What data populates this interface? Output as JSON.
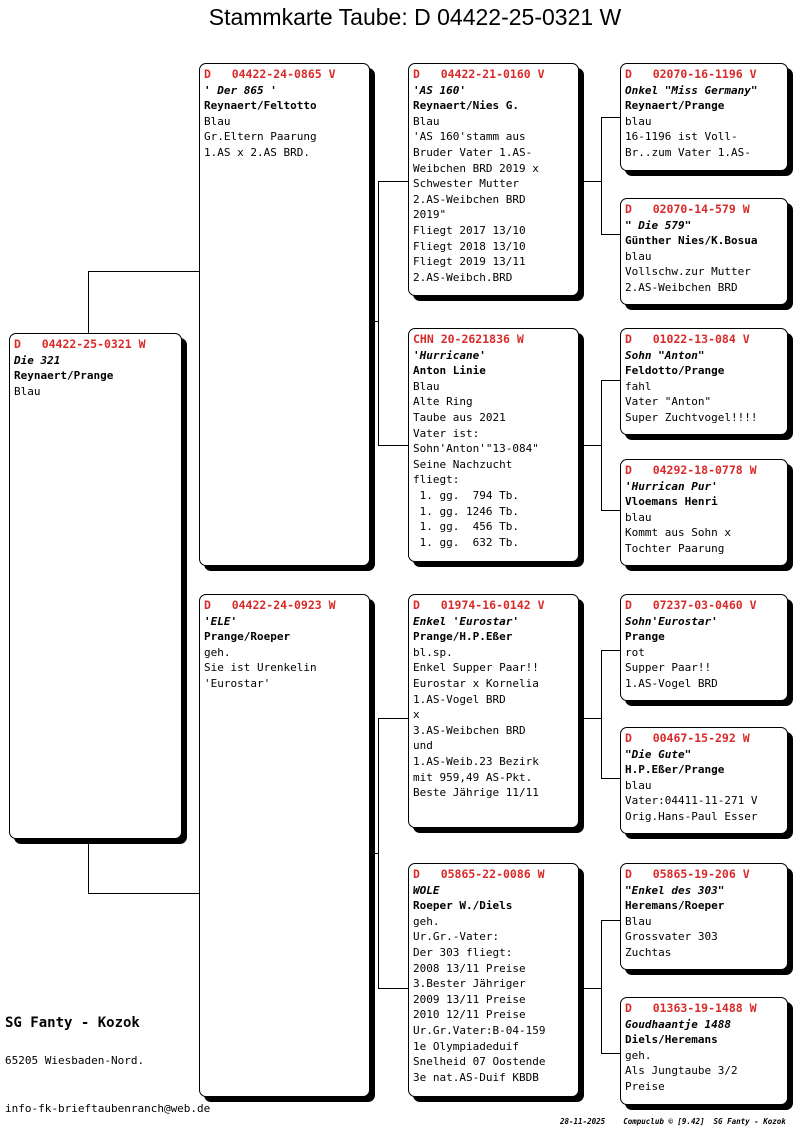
{
  "title": "Stammkarte Taube: D    04422-25-0321 W",
  "cards": {
    "subject": {
      "ring": "D   04422-25-0321 W",
      "name": "Die 321",
      "breeder": "Reynaert/Prange",
      "lines": [
        "Blau"
      ]
    },
    "father": {
      "ring": "D   04422-24-0865 V",
      "name": "' Der 865 '",
      "breeder": "Reynaert/Feltotto",
      "lines": [
        "Blau",
        "Gr.Eltern Paarung",
        "1.AS x 2.AS BRD."
      ]
    },
    "mother": {
      "ring": "D   04422-24-0923 W",
      "name": "'ELE'",
      "breeder": "Prange/Roeper",
      "lines": [
        "geh.",
        "Sie ist Urenkelin",
        "'Eurostar'"
      ]
    },
    "ff": {
      "ring": "D   04422-21-0160 V",
      "name": "'AS 160'",
      "breeder": "Reynaert/Nies G.",
      "lines": [
        "Blau",
        "'AS 160'stamm aus",
        "Bruder Vater 1.AS-",
        "Weibchen BRD 2019 x",
        "Schwester Mutter",
        "2.AS-Weibchen BRD",
        "2019\"",
        "Fliegt 2017 13/10",
        "Fliegt 2018 13/10",
        "Fliegt 2019 13/11",
        "2.AS-Weibch.BRD"
      ]
    },
    "fm": {
      "ring": "CHN 20-2621836 W",
      "name": "'Hurricane'",
      "breeder": "Anton Linie",
      "lines": [
        "Blau",
        "Alte Ring",
        "Taube aus 2021",
        "Vater ist:",
        "Sohn'Anton'\"13-084\"",
        "Seine Nachzucht",
        "fliegt:",
        " 1. gg.  794 Tb.",
        " 1. gg. 1246 Tb.",
        " 1. gg.  456 Tb.",
        " 1. gg.  632 Tb."
      ]
    },
    "mf": {
      "ring": "D   01974-16-0142 V",
      "name": "Enkel 'Eurostar'",
      "breeder": "Prange/H.P.Eßer",
      "lines": [
        "bl.sp.",
        "Enkel Supper Paar!!",
        "Eurostar x Kornelia",
        "1.AS-Vogel BRD",
        "x",
        "3.AS-Weibchen BRD",
        "und",
        "1.AS-Weib.23 Bezirk",
        "mit 959,49 AS-Pkt.",
        "Beste Jährige 11/11"
      ]
    },
    "mm": {
      "ring": "D   05865-22-0086 W",
      "name": "WOLE",
      "breeder": "Roeper W./Diels",
      "lines": [
        "geh.",
        "Ur.Gr.-Vater:",
        "Der 303 fliegt:",
        "2008 13/11 Preise",
        "3.Bester Jähriger",
        "2009 13/11 Preise",
        "2010 12/11 Preise",
        "Ur.Gr.Vater:B-04-159",
        "1e Olympiadeduif",
        "Snelheid 07 Oostende",
        "3e nat.AS-Duif KBDB"
      ]
    },
    "fff": {
      "ring": "D   02070-16-1196 V",
      "name": "Onkel \"Miss Germany\"",
      "breeder": "Reynaert/Prange",
      "lines": [
        "blau",
        "16-1196 ist Voll-",
        "Br..zum Vater 1.AS-"
      ]
    },
    "ffm": {
      "ring": "D   02070-14-579 W",
      "name": "\" Die 579\"",
      "breeder": "Günther Nies/K.Bosua",
      "lines": [
        "blau",
        "Vollschw.zur Mutter",
        "2.AS-Weibchen BRD"
      ]
    },
    "fmf": {
      "ring": "D   01022-13-084 V",
      "name": "Sohn \"Anton\"",
      "breeder": "Feldotto/Prange",
      "lines": [
        "fahl",
        "Vater \"Anton\"",
        "Super Zuchtvogel!!!!"
      ]
    },
    "fmm": {
      "ring": "D   04292-18-0778 W",
      "name": "'Hurrican Pur'",
      "breeder": "Vloemans Henri",
      "lines": [
        "blau",
        "Kommt aus Sohn x",
        "Tochter Paarung"
      ]
    },
    "mff": {
      "ring": "D   07237-03-0460 V",
      "name": "Sohn'Eurostar'",
      "breeder": "Prange",
      "lines": [
        "rot",
        "Supper Paar!!",
        "1.AS-Vogel BRD"
      ]
    },
    "mfm": {
      "ring": "D   00467-15-292 W",
      "name": "\"Die Gute\"",
      "breeder": "H.P.Eßer/Prange",
      "lines": [
        "blau",
        "Vater:04411-11-271 V",
        "Orig.Hans-Paul Esser"
      ]
    },
    "mmf": {
      "ring": "D   05865-19-206 V",
      "name": "\"Enkel des 303\"",
      "breeder": "Heremans/Roeper",
      "lines": [
        "Blau",
        "Grossvater 303",
        "Zuchtas"
      ]
    },
    "mmm": {
      "ring": "D   01363-19-1488 W",
      "name": "Goudhaantje 1488",
      "breeder": "Diels/Heremans",
      "lines": [
        "geh.",
        "Als Jungtaube 3/2",
        "Preise"
      ]
    }
  },
  "footer": {
    "club_name": "SG Fanty - Kozok",
    "address": "65205  Wiesbaden-Nord.",
    "email": "info-fk-brieftaubenranch@web.de",
    "print_line": "28-11-2025    Compuclub © [9.42]  SG Fanty - Kozok"
  },
  "colors": {
    "ring": "#d92a2a",
    "border": "#000000"
  }
}
